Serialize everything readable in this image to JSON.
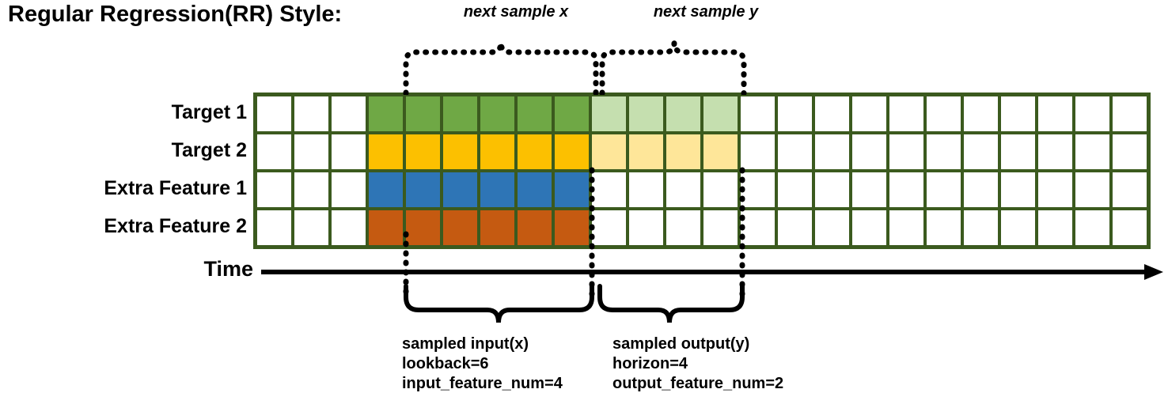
{
  "title": "Regular Regression(RR) Style:",
  "rows": [
    {
      "label": "Target 1",
      "color_key": "green"
    },
    {
      "label": "Target 2",
      "color_key": "yellow"
    },
    {
      "label": "Extra Feature 1",
      "color_key": "blue"
    },
    {
      "label": "Extra Feature 2",
      "color_key": "orange"
    }
  ],
  "grid": {
    "total_columns": 24,
    "lead_blank_columns": 3,
    "input_columns": 6,
    "output_columns": 4,
    "trailing_blank_columns": 11,
    "fills": [
      [
        "white",
        "white",
        "white",
        "green",
        "green",
        "green",
        "green",
        "green",
        "green",
        "lightgreen",
        "lightgreen",
        "lightgreen",
        "lightgreen",
        "white",
        "white",
        "white",
        "white",
        "white",
        "white",
        "white",
        "white",
        "white",
        "white",
        "white"
      ],
      [
        "white",
        "white",
        "white",
        "yellow",
        "yellow",
        "yellow",
        "yellow",
        "yellow",
        "yellow",
        "lightyellow",
        "lightyellow",
        "lightyellow",
        "lightyellow",
        "white",
        "white",
        "white",
        "white",
        "white",
        "white",
        "white",
        "white",
        "white",
        "white",
        "white"
      ],
      [
        "white",
        "white",
        "white",
        "blue",
        "blue",
        "blue",
        "blue",
        "blue",
        "blue",
        "white",
        "white",
        "white",
        "white",
        "white",
        "white",
        "white",
        "white",
        "white",
        "white",
        "white",
        "white",
        "white",
        "white",
        "white"
      ],
      [
        "white",
        "white",
        "white",
        "orange",
        "orange",
        "orange",
        "orange",
        "orange",
        "orange",
        "white",
        "white",
        "white",
        "white",
        "white",
        "white",
        "white",
        "white",
        "white",
        "white",
        "white",
        "white",
        "white",
        "white",
        "white"
      ]
    ]
  },
  "colors": {
    "green": "#6FA845",
    "lightgreen": "#C5DFAF",
    "yellow": "#FCC000",
    "lightyellow": "#FEE699",
    "blue": "#2E75B6",
    "orange": "#C55A11",
    "white": "#FFFFFF",
    "gridline": "#3B5A1E",
    "axis": "#000000"
  },
  "annotations": {
    "next_sample_x": "next sample x",
    "next_sample_y": "next sample y",
    "time_axis_label": "Time"
  },
  "captions": {
    "input": {
      "line1": "sampled input(x)",
      "line2": "lookback=6",
      "line3": "input_feature_num=4"
    },
    "output": {
      "line1": "sampled output(y)",
      "line2": "horizon=4",
      "line3": "output_feature_num=2"
    }
  }
}
